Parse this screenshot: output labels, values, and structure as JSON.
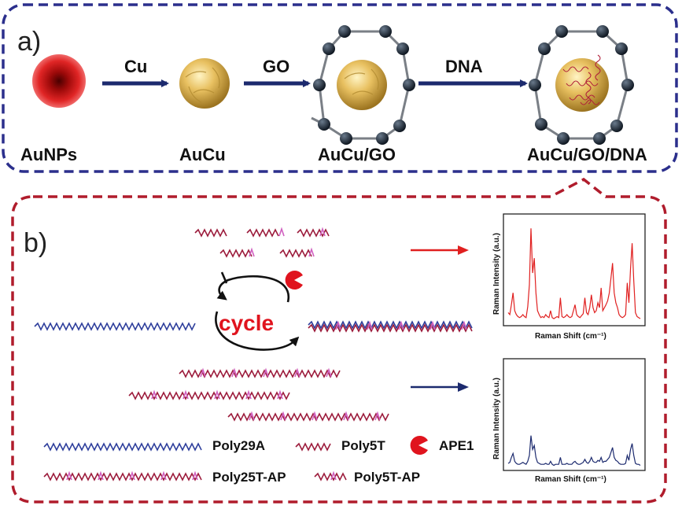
{
  "panel_a": {
    "label": "a)",
    "stages": [
      {
        "name": "AuNPs"
      },
      {
        "name": "AuCu"
      },
      {
        "name": "AuCu/GO"
      },
      {
        "name": "AuCu/GO/DNA"
      }
    ],
    "arrows": [
      {
        "label": "Cu"
      },
      {
        "label": "GO"
      },
      {
        "label": "DNA"
      }
    ],
    "colors": {
      "border": "#2b2f8c",
      "arrow": "#1c2a6e",
      "nanoparticle": "#e0b84a",
      "aunp": "#e02020",
      "graphene_node": "#1e2b3c"
    }
  },
  "panel_b": {
    "label": "b)",
    "cycle_text": "cycle",
    "colors": {
      "border": "#b01c2c",
      "cycle_text": "#e0141e",
      "poly29a": "#2f3f9c",
      "poly5t": "#9c1c3c",
      "ap_site": "#d060c0",
      "red_arrow": "#e02020",
      "blue_arrow": "#1c2a6e",
      "red_spectrum": "#e02020",
      "blue_spectrum": "#1c2a6e"
    },
    "charts": [
      {
        "chart_data": {
          "type": "line",
          "ylabel": "Raman Intensity (a.u.)",
          "xlabel": "Raman Shift (cm⁻¹)",
          "series": [
            {
              "values": [
                0.1,
                0.08,
                0.18,
                0.3,
                0.12,
                0.08,
                0.06,
                0.05,
                0.06,
                0.08,
                0.06,
                0.05,
                0.16,
                0.38,
                0.95,
                0.5,
                0.65,
                0.3,
                0.12,
                0.08,
                0.05,
                0.06,
                0.05,
                0.08,
                0.06,
                0.05,
                0.12,
                0.05,
                0.04,
                0.05,
                0.06,
                0.05,
                0.25,
                0.06,
                0.05,
                0.06,
                0.08,
                0.06,
                0.05,
                0.06,
                0.12,
                0.18,
                0.08,
                0.06,
                0.05,
                0.07,
                0.09,
                0.25,
                0.1,
                0.08,
                0.15,
                0.28,
                0.15,
                0.1,
                0.12,
                0.2,
                0.15,
                0.35,
                0.12,
                0.15,
                0.18,
                0.22,
                0.3,
                0.45,
                0.6,
                0.3,
                0.2,
                0.15,
                0.08,
                0.06,
                0.05,
                0.06,
                0.08,
                0.4,
                0.2,
                0.55,
                0.8,
                0.42,
                0.1,
                0.06,
                0.05,
                0.04
              ]
            }
          ]
        }
      },
      {
        "chart_data": {
          "type": "line",
          "ylabel": "Raman Intensity (a.u.)",
          "xlabel": "Raman Shift (cm⁻¹)",
          "series": [
            {
              "values": [
                0.04,
                0.05,
                0.1,
                0.14,
                0.06,
                0.04,
                0.03,
                0.03,
                0.04,
                0.05,
                0.04,
                0.03,
                0.06,
                0.12,
                0.32,
                0.18,
                0.22,
                0.1,
                0.05,
                0.04,
                0.03,
                0.03,
                0.03,
                0.04,
                0.03,
                0.03,
                0.06,
                0.03,
                0.02,
                0.03,
                0.03,
                0.03,
                0.1,
                0.03,
                0.03,
                0.03,
                0.04,
                0.03,
                0.03,
                0.03,
                0.05,
                0.06,
                0.04,
                0.03,
                0.03,
                0.04,
                0.05,
                0.08,
                0.05,
                0.04,
                0.06,
                0.1,
                0.06,
                0.05,
                0.05,
                0.07,
                0.06,
                0.1,
                0.05,
                0.06,
                0.06,
                0.08,
                0.1,
                0.15,
                0.2,
                0.1,
                0.07,
                0.06,
                0.04,
                0.03,
                0.03,
                0.03,
                0.04,
                0.12,
                0.07,
                0.18,
                0.24,
                0.12,
                0.04,
                0.03,
                0.03,
                0.02
              ]
            }
          ]
        }
      }
    ],
    "legend": [
      {
        "label": "Poly29A",
        "kind": "poly29a"
      },
      {
        "label": "Poly5T",
        "kind": "poly5t"
      },
      {
        "label": "APE1",
        "kind": "ape1"
      },
      {
        "label": "Poly25T-AP",
        "kind": "poly25tap"
      },
      {
        "label": "Poly5T-AP",
        "kind": "poly5tap"
      }
    ]
  }
}
